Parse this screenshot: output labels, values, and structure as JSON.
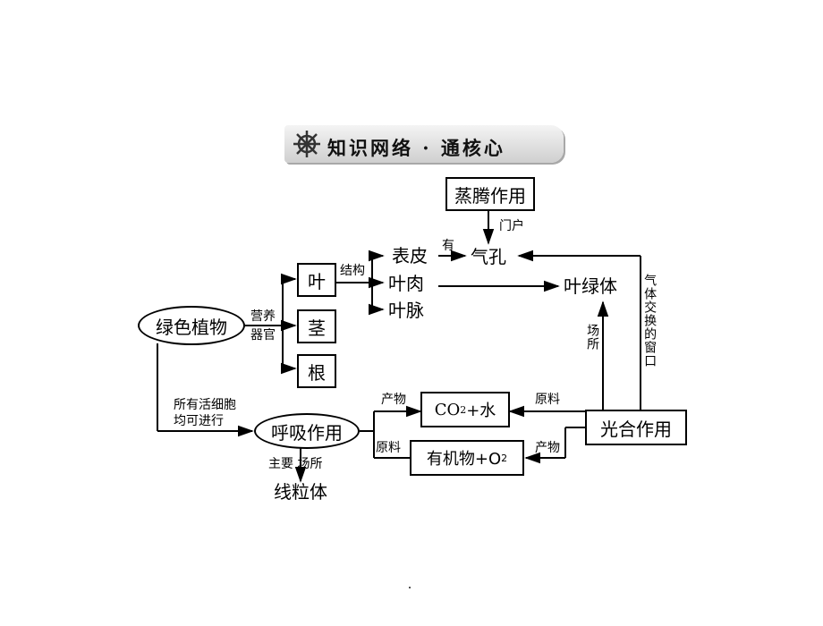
{
  "header": {
    "title": "知识网络 · 通核心",
    "icon": "ship-wheel-icon"
  },
  "nodes": {
    "green_plant": "绿色植物",
    "leaf": "叶",
    "stem": "茎",
    "root": "根",
    "epidermis": "表皮",
    "mesophyll": "叶肉",
    "vein": "叶脉",
    "stoma": "气孔",
    "transpiration": "蒸腾作用",
    "chloroplast": "叶绿体",
    "respiration": "呼吸作用",
    "mitochondria": "线粒体",
    "co2_water_prefix": "CO",
    "co2_water_sub": "2",
    "co2_water_suffix": "+水",
    "organic_o2_prefix": "有机物+O",
    "organic_o2_sub": "2",
    "photosynthesis": "光合作用"
  },
  "edge_labels": {
    "nutrient_organs_1": "营养",
    "nutrient_organs_2": "器官",
    "structure": "结构",
    "has": "有",
    "gateway": "门户",
    "gas_exchange_window": "气体交换的窗口",
    "site_1": "场所",
    "all_living_cells_1": "所有活细胞",
    "all_living_cells_2": "均可进行",
    "main_site": "主要 场所",
    "product_1": "产物",
    "raw_material_1": "原料",
    "raw_material_2": "原料",
    "product_2": "产物"
  }
}
